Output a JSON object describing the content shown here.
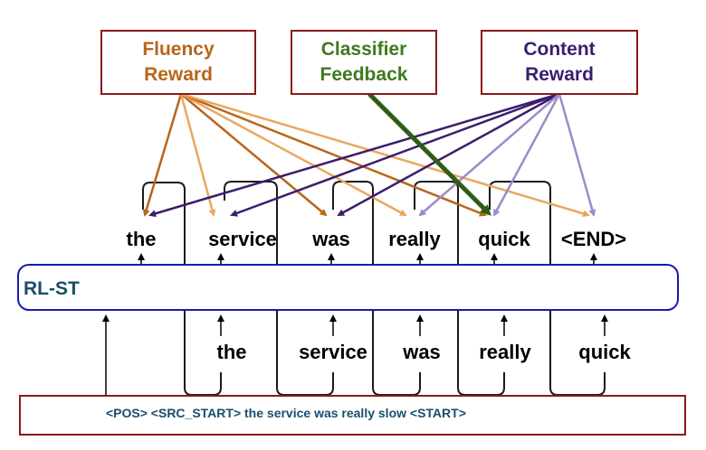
{
  "reward_boxes": {
    "fluency": {
      "line1": "Fluency",
      "line2": "Reward",
      "color": "#b8651b"
    },
    "classifier": {
      "line1": "Classifier",
      "line2": "Feedback",
      "color": "#3e7a1e"
    },
    "content": {
      "line1": "Content",
      "line2": "Reward",
      "color": "#3b1d6e"
    }
  },
  "box_border_color": "#8b1a1a",
  "output_tokens": [
    "the",
    "service",
    "was",
    "really",
    "quick",
    "<END>"
  ],
  "model_label": "RL-ST",
  "model_border_color": "#1a1ab0",
  "decoder_inputs": [
    "the",
    "service",
    "was",
    "really",
    "quick"
  ],
  "input_sequence": "<POS> <SRC_START> the service was really slow <START>",
  "arrow_colors": {
    "fluency_dark": "#b8651b",
    "fluency_light": "#eaa85e",
    "classifier": "#2e5d14",
    "content_dark": "#3b1d6e",
    "content_light": "#9b8cc8"
  }
}
